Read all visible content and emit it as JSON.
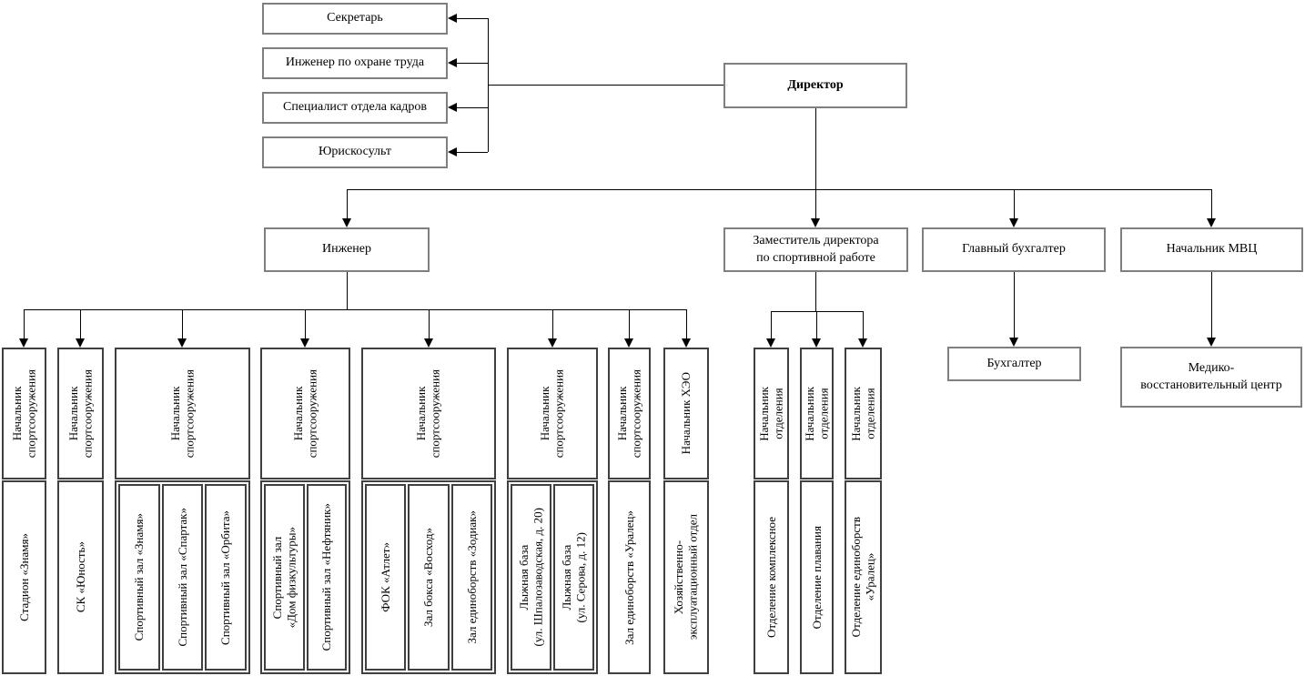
{
  "director": {
    "label": "Директор"
  },
  "staff_units": [
    "Секретарь",
    "Инженер по охране труда",
    "Специалист отдела кадров",
    "Юрискосульт"
  ],
  "level2": {
    "engineer": "Инженер",
    "deputy": "Заместитель директора\nпо спортивной работе",
    "chief_accountant": "Главный бухгалтер",
    "mvc_head": "Начальник МВЦ"
  },
  "accounting_branch": {
    "accountant": "Бухгалтер"
  },
  "mvc_branch": {
    "medical_center": "Медико-\nвосстановительный центр"
  },
  "engineer_branch": {
    "groups": [
      {
        "head": "Начальник\nспортсооружения",
        "units": [
          "Стадион «Знамя»"
        ]
      },
      {
        "head": "Начальник\nспортсооружения",
        "units": [
          "СК «Юность»"
        ]
      },
      {
        "head": "Начальник\nспортсооружения",
        "units": [
          "Спортивный зал «Знамя»",
          "Спортивный зал «Спартак»",
          "Спортивный зал «Орбита»"
        ]
      },
      {
        "head": "Начальник\nспортсооружения",
        "units": [
          "Спортивный зал\n«Дом физкультуры»",
          "Спортивный зал «Нефтяник»"
        ]
      },
      {
        "head": "Начальник\nспортсооружения",
        "units": [
          "ФОК «Атлет»",
          "Зал бокса «Восход»",
          "Зал единоборств «Зодиак»"
        ]
      },
      {
        "head": "Начальник\nспортсооружения",
        "units": [
          "Лыжная база\n(ул. Шпалозаводская, д. 20)",
          "Лыжная база\n(ул. Серова, д. 12)"
        ]
      },
      {
        "head": "Начальник\nспортсооружения",
        "units": [
          "Зал единоборств «Уралец»"
        ]
      },
      {
        "head": "Начальник ХЭО",
        "units": [
          "Хозяйственно-\nэксплуатационный отдел"
        ]
      }
    ]
  },
  "deputy_branch": {
    "groups": [
      {
        "head": "Начальник\nотделения",
        "units": [
          "Отделение комплексное"
        ]
      },
      {
        "head": "Начальник\nотделения",
        "units": [
          "Отделение плавания"
        ]
      },
      {
        "head": "Начальник\nотделения",
        "units": [
          "Отделение единоборств\n«Уралец»"
        ]
      }
    ]
  },
  "colors": {
    "line": "#000000",
    "box_border_gray": "#7f7f7f",
    "box_border_dark": "#404040"
  }
}
